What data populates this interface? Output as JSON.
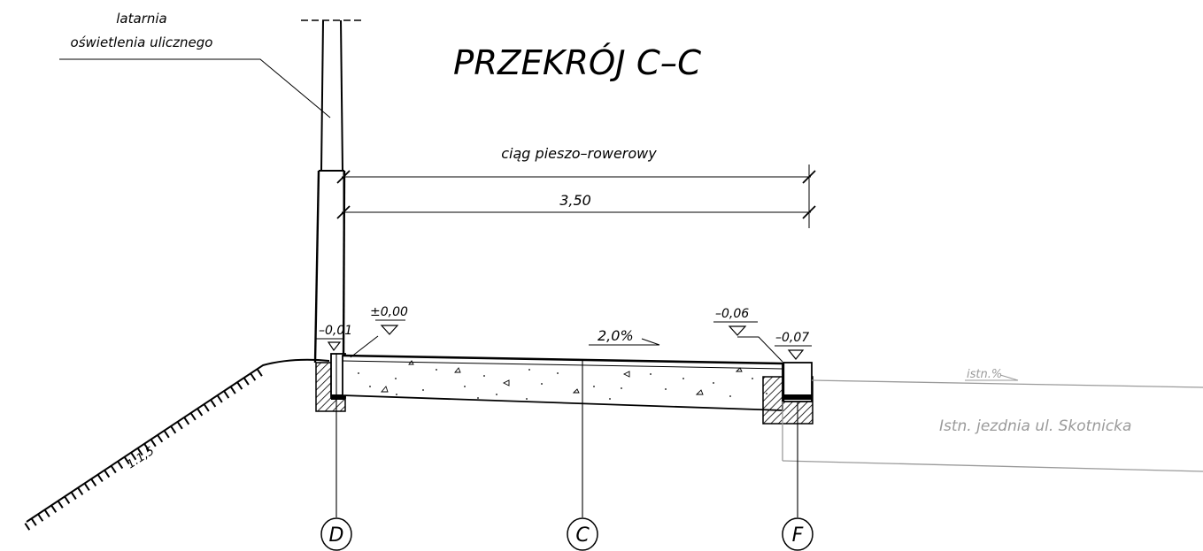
{
  "title": "PRZEKRÓJ C–C",
  "lamp_label": {
    "line1": "latarnia",
    "line2": "oświetlenia ulicznego"
  },
  "dimensions": {
    "path_name": "ciąg pieszo–rowerowy",
    "width": "3,50"
  },
  "slope_label": "1:1,5",
  "elevations": {
    "left_edge": "–0,01",
    "zero": "±0,00",
    "right_top": "–0,06",
    "curb": "–0,07"
  },
  "cross_slope": "2,0%",
  "existing_slope": "istn.%",
  "road_label": "Istn. jezdnia ul. Skotnicka",
  "markers": [
    "D",
    "C",
    "F"
  ],
  "colors": {
    "line": "#000000",
    "existing": "#9a9a9a",
    "background": "#ffffff"
  }
}
